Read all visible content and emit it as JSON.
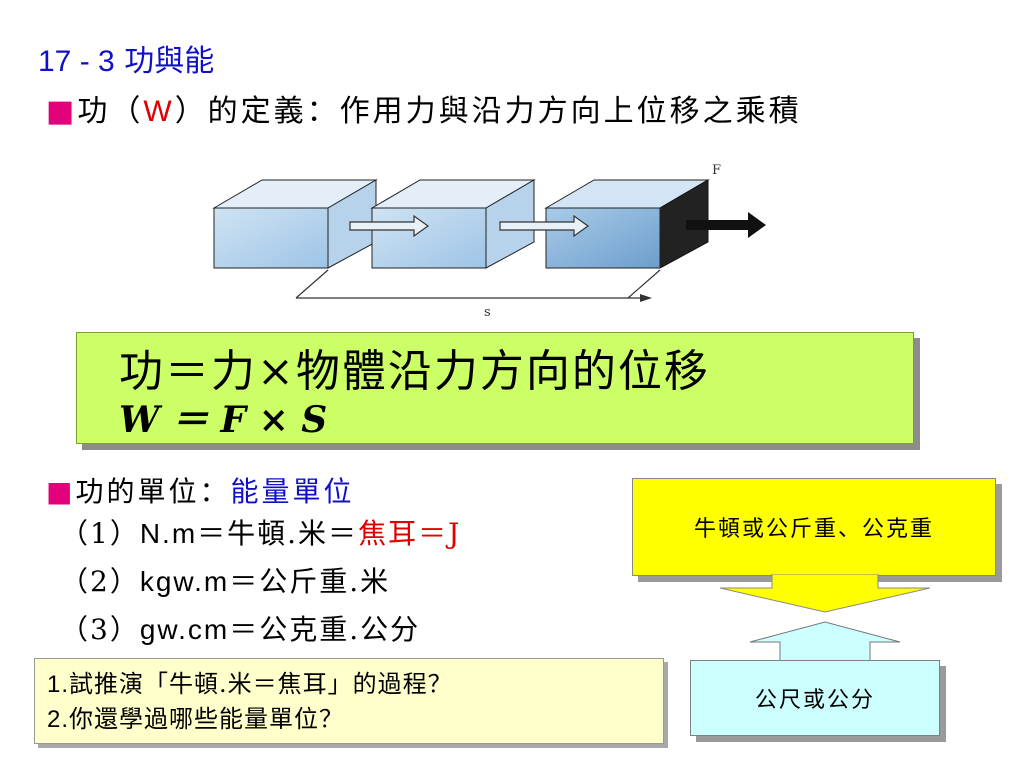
{
  "header": {
    "section_number": "17 - 3",
    "section_title": "功與能"
  },
  "definition": {
    "bullet": "■",
    "prefix": "功（",
    "symbol": "W",
    "suffix": "）的定義：作用力與沿力方向上位移之乘積"
  },
  "diagram": {
    "force_label": "F",
    "displacement_label": "s"
  },
  "formula": {
    "chinese": "功＝力×物體沿力方向的位移",
    "symbolic": "W ＝ F × S"
  },
  "units": {
    "bullet": "■",
    "heading": "功的單位：",
    "heading_highlight": "能量單位",
    "rows": [
      {
        "num": "（1）",
        "unit": "N.m",
        "eq": "＝牛頓.米＝",
        "highlight": "焦耳＝J"
      },
      {
        "num": "（2）",
        "unit": "kgw.m",
        "eq": "＝公斤重.米",
        "highlight": ""
      },
      {
        "num": "（3）",
        "unit": "gw.cm",
        "eq": "＝公克重.公分",
        "highlight": ""
      }
    ]
  },
  "callouts": {
    "top": "牛頓或公斤重、公克重",
    "bottom": "公尺或公分"
  },
  "questions": {
    "q1_num": "1.",
    "q1": "試推演「牛頓.米＝焦耳」的過程？",
    "q2_num": "2.",
    "q2": "你還學過哪些能量單位？"
  },
  "colors": {
    "formula_bg": "#ccff66",
    "callout_top_bg": "#ffff00",
    "callout_bottom_bg": "#ccffff",
    "question_bg": "#ffffcc",
    "accent_blue": "#1010c8",
    "accent_red": "#e00000"
  }
}
